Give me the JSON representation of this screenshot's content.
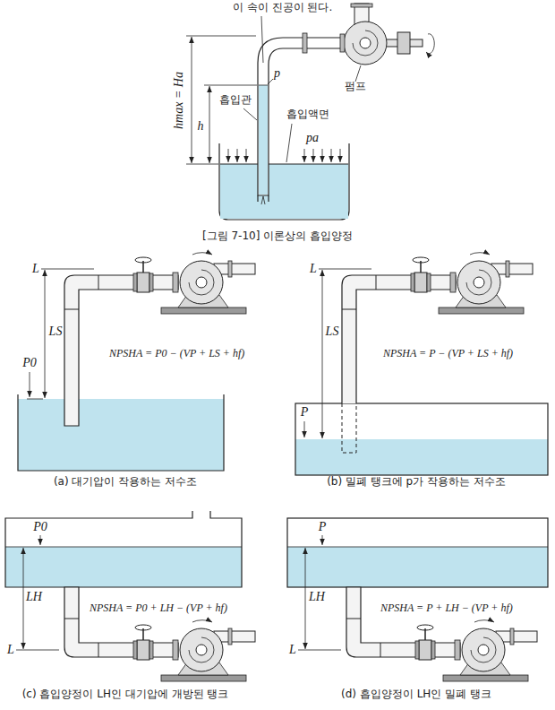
{
  "diagram": {
    "caption": "[그림 7-10] 이론상의 흡입양정",
    "labels": [
      "이 속이 진공이 된다.",
      "hmax = Ha",
      "h",
      "p",
      "흡입관",
      "pa",
      "흡입액면",
      "펌프",
      "L",
      "LS",
      "P0",
      "NPSHA = P0 − (VP + LS + hf)",
      "(a) 대기압이 작용하는 저수조",
      "L",
      "LS",
      "P",
      "NPSHA = P − (VP + LS + hf)",
      "(b) 밀폐 탱크에 p가 작용하는 저수조",
      "P0",
      "LH",
      "L",
      "NPSHA = P0 + LH − (VP + hf)",
      "(c) 흡입양정이 LH인 대기압에 개방된 탱크",
      "P",
      "LH",
      "L",
      "NPSHA = P + LH − (VP + hf)",
      "(d) 흡입양정이 LH인 밀폐 탱크"
    ]
  }
}
